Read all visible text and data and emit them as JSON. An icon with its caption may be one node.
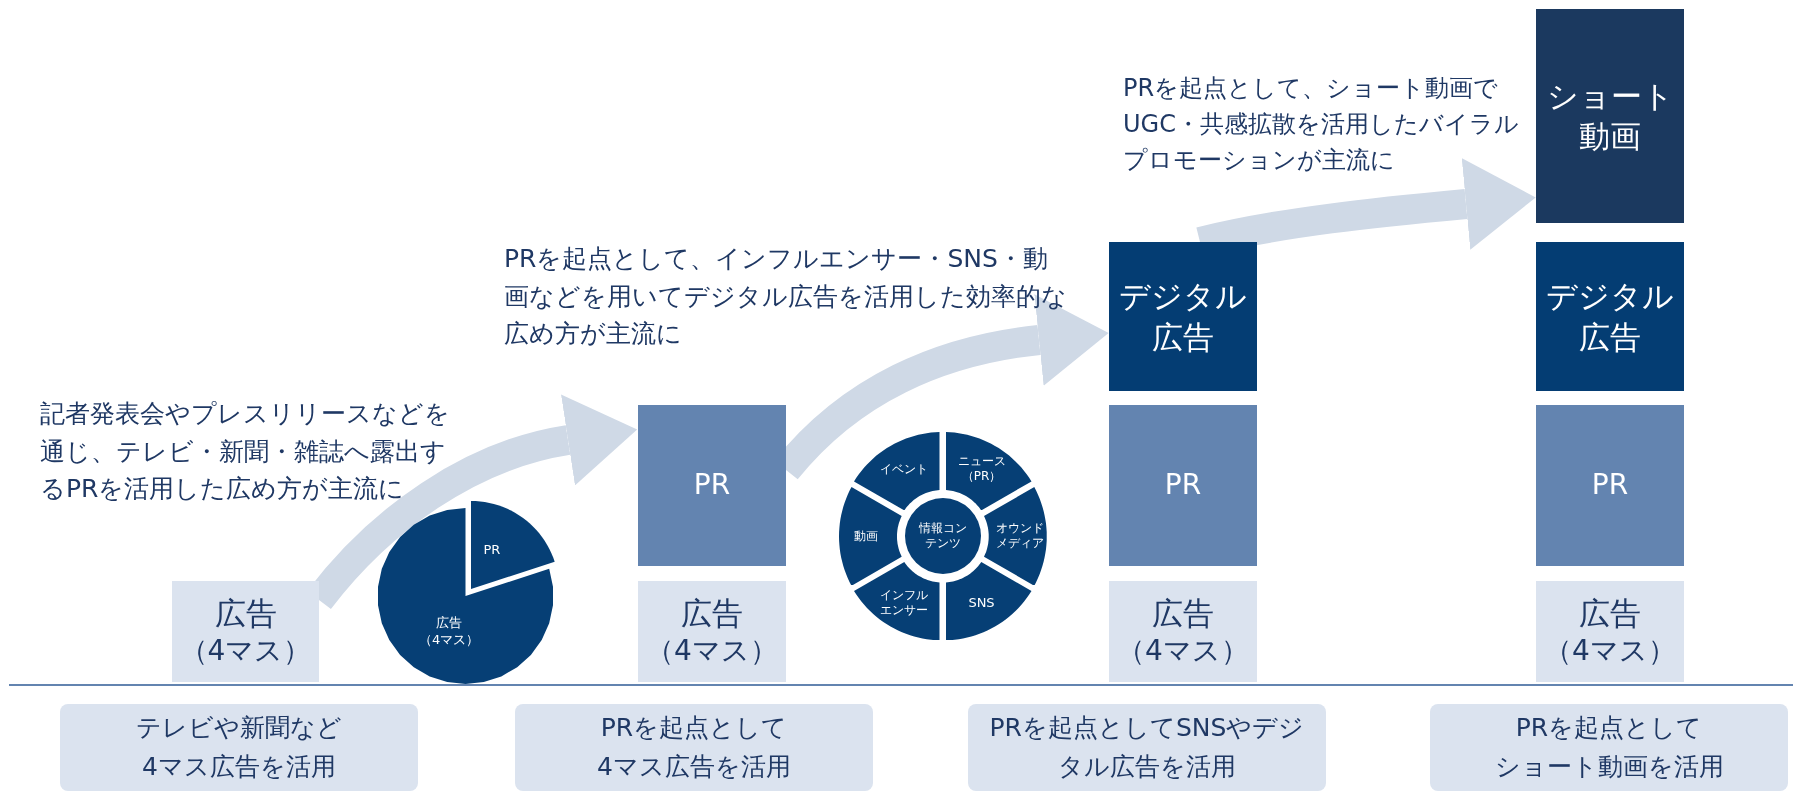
{
  "diagram": {
    "nodes": [
      {
        "text": [
          "広告",
          "（4マス）"
        ]
      },
      {
        "text": [
          "PR"
        ]
      },
      {
        "text": [
          "広告",
          "（4マス）"
        ]
      },
      {
        "text": [
          "PR"
        ]
      },
      {
        "text": [
          "広告",
          "（4マス）"
        ]
      },
      {
        "text": [
          "イベント"
        ]
      },
      {
        "text": [
          "ニュース（PR）"
        ]
      },
      {
        "text": [
          "オウンドメディア"
        ]
      },
      {
        "text": [
          "SNS"
        ]
      },
      {
        "text": [
          "インフルエンサー"
        ]
      },
      {
        "text": [
          "動画"
        ]
      },
      {
        "text": [
          "情報コンテンツ"
        ]
      },
      {
        "text": [
          "デジタル広告"
        ]
      },
      {
        "text": [
          "PR"
        ]
      },
      {
        "text": [
          "広告",
          "（4マス）"
        ]
      },
      {
        "text": [
          "ショート動画"
        ]
      },
      {
        "text": [
          "デジタル広告"
        ]
      },
      {
        "text": [
          "PR"
        ]
      },
      {
        "text": [
          "広告",
          "（4マス）"
        ]
      },
      {
        "text": [
          "テレビや新聞など4マス広告を活用"
        ]
      },
      {
        "text": [
          "PRを起点として4マス広告を活用"
        ]
      },
      {
        "text": [
          "PRを起点としてSNSやデジタル広告を活用"
        ]
      },
      {
        "text": [
          "PRを起点としてショート動画を活用"
        ]
      }
    ],
    "edges": [
      {
        "from": 0,
        "to": 3,
        "arrow": "to"
      },
      {
        "from": 3,
        "to": 12,
        "arrow": "to"
      },
      {
        "from": 12,
        "to": 15,
        "arrow": "to"
      }
    ],
    "labels": [
      "記者発表会やプレスリリースなどを通じ、テレビ・新聞・雑誌へ露出するPRを活用した広め方が主流に",
      "PRを起点として、インフルエンサー・SNS・動画などを用いてデジタル広告を活用した効率的な広め方が主流に",
      "PRを起点として、ショート動画でUGC・共感拡散を活用したバイラルプロモーションが主流に"
    ]
  }
}
